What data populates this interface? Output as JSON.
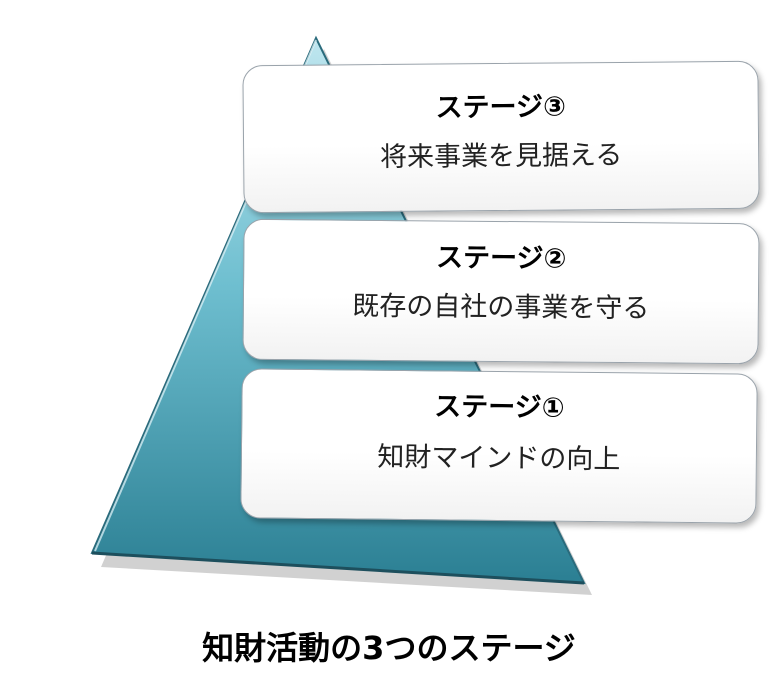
{
  "colors": {
    "pyramid_light": "#bfe6ef",
    "pyramid_mid": "#5fb6c8",
    "pyramid_dark": "#2b7f93",
    "box_border": "#9aa3ab",
    "text": "#000000"
  },
  "stages": [
    {
      "title": "ステージ③",
      "description": "将来事業を見据える"
    },
    {
      "title": "ステージ②",
      "description": "既存の自社の事業を守る"
    },
    {
      "title": "ステージ①",
      "description": "知財マインドの向上"
    }
  ],
  "caption": "知財活動の3つのステージ"
}
